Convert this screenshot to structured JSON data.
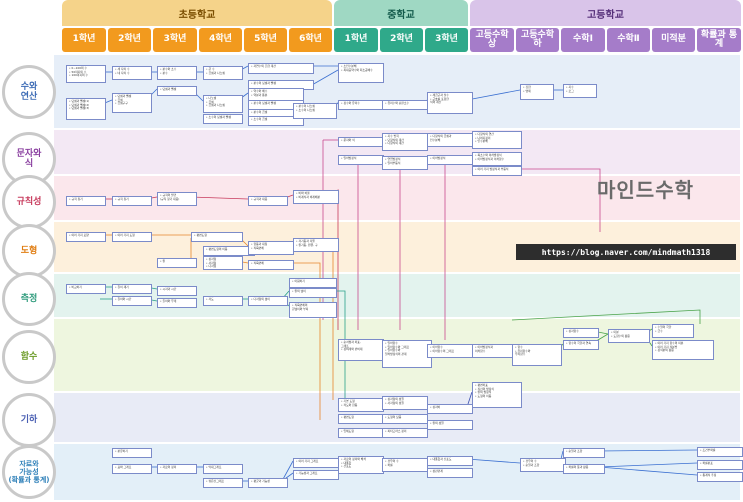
{
  "stages": [
    {
      "label": "초등학교",
      "bg": "#f5d38a",
      "color": "#7a4d00"
    },
    {
      "label": "중학교",
      "bg": "#9fd8c3",
      "color": "#12594a"
    },
    {
      "label": "고등학교",
      "bg": "#d9c4e9",
      "color": "#56307a"
    }
  ],
  "grades": [
    {
      "label": "1학년"
    },
    {
      "label": "2학년"
    },
    {
      "label": "3학년"
    },
    {
      "label": "4학년"
    },
    {
      "label": "5학년"
    },
    {
      "label": "6학년"
    },
    {
      "label": "1학년"
    },
    {
      "label": "2학년"
    },
    {
      "label": "3학년"
    },
    {
      "label": "고등수학\n상"
    },
    {
      "label": "고등수학\n하"
    },
    {
      "label": "수학Ⅰ"
    },
    {
      "label": "수학Ⅱ"
    },
    {
      "label": "미적분"
    },
    {
      "label": "확률과 통계"
    }
  ],
  "grade_colors": {
    "elem": "#f29a1e",
    "mid": "#2fa98a",
    "high": "#a57cc9"
  },
  "domains": [
    {
      "label": "수와\n연산",
      "color": "#3c6bb5",
      "bg": "#e6eef8"
    },
    {
      "label": "문자와\n식",
      "color": "#8a3fa0",
      "bg": "#f3e8f4"
    },
    {
      "label": "규칙성",
      "color": "#c73a5c",
      "bg": "#fbe7ec"
    },
    {
      "label": "도형",
      "color": "#e07d12",
      "bg": "#fdf0dc"
    },
    {
      "label": "측정",
      "color": "#2f9b7c",
      "bg": "#e3f3ee"
    },
    {
      "label": "함수",
      "color": "#6a9a24",
      "bg": "#eef6df"
    },
    {
      "label": "기하",
      "color": "#4a5fb3",
      "bg": "#e8ebf6"
    },
    {
      "label": "자료와\n가능성\n(확률과 통계)",
      "color": "#2d7fb8",
      "bg": "#e3eff8"
    }
  ],
  "boxes": [
    {
      "text": "• 0∼100의 수\n• 50까지의 수\n• 100까지의 수"
    },
    {
      "text": "• 세 자리 수\n• 네 자리 수"
    },
    {
      "text": "• 분수와 소수\n• 분수"
    },
    {
      "text": "• 큰 수\n• 곱셈과 나눗셈"
    },
    {
      "text": "• 자연수의 혼합 계산"
    },
    {
      "text": "• 덧셈과 뺄셈\n• 곱셈\n• 곱셈구구"
    },
    {
      "text": "• 덧셈과 뺄셈(1)\n• 덧셈과 뺄셈(2)\n• 덧셈과 뺄셈(3)"
    },
    {
      "text": "• 덧셈과 뺄셈"
    },
    {
      "text": "• 나눗셈\n• 곱셈\n• 곱셈과 나눗셈"
    },
    {
      "text": "• 분수의 덧셈과 뺄셈"
    },
    {
      "text": "• 약수와 배수\n• 약분과 통분"
    },
    {
      "text": "• 분수의 덧셈과 뺄셈"
    },
    {
      "text": "• 분수의 곱셈"
    },
    {
      "text": "• 소수의 덧셈과 뺄셈"
    },
    {
      "text": "• 소수의 곱셈"
    },
    {
      "text": "• 분수의 나눗셈\n• 소수의 나눗셈"
    },
    {
      "text": "• 소인수분해\n• 최대공약수와 최소공배수"
    },
    {
      "text": "• 정수와 유리수"
    },
    {
      "text": "• 유리수와 순환소수"
    },
    {
      "text": "• 제곱근과 실수\n• 근호를 포함한\n  식의 계산"
    },
    {
      "text": "• 집합\n• 명제"
    },
    {
      "text": "• 지수\n• 로그"
    },
    {
      "text": "• 문자와 식"
    },
    {
      "text": "• 지수 법칙\n• 단항식의 계산\n• 다항식의 계산"
    },
    {
      "text": "• 다항식의 곱셈과\n  인수분해"
    },
    {
      "text": "• 다항식의 연산\n• 나머지정리\n• 인수분해"
    },
    {
      "text": "• 일차방정식"
    },
    {
      "text": "• 연립방정식\n• 일차부등식"
    },
    {
      "text": "• 이차방정식"
    },
    {
      "text": "• 복소수와 이차방정식\n• 이차방정식과 이차함수"
    },
    {
      "text": "• 여러 가지 방정식과 부등식"
    },
    {
      "text": "• 규칙 찾기"
    },
    {
      "text": "• 규칙 찾기"
    },
    {
      "text": "• 규칙의 발견\n  (규칙 찾기 대응)"
    },
    {
      "text": "• 규칙과 대응"
    },
    {
      "text": "• 비와 비율\n• 비례식과 비례배분"
    },
    {
      "text": "• 여러 가지 모양"
    },
    {
      "text": "• 여러 가지 도형"
    },
    {
      "text": "• 평면도형"
    },
    {
      "text": "• 평면도형의 이동"
    },
    {
      "text": "• 원"
    },
    {
      "text": "• 삼각형\n• 사각형\n• 다각형"
    },
    {
      "text": "• 합동과 대칭\n• 직육면체"
    },
    {
      "text": "• 각기둥과 각뿔\n• 원기둥, 원뿔, 구"
    },
    {
      "text": "• 직육면체"
    },
    {
      "text": "• 비교하기"
    },
    {
      "text": "• 길이 재기"
    },
    {
      "text": "• 시각과 시간"
    },
    {
      "text": "• 길이와 시간"
    },
    {
      "text": "• 들이와 무게"
    },
    {
      "text": "• 각도"
    },
    {
      "text": "• 다각형의 넓이"
    },
    {
      "text": "• 원의 넓이"
    },
    {
      "text": "• 직육면체의\n  겉넓이와 부피"
    },
    {
      "text": "• 어림하기"
    },
    {
      "text": "• 순서쌍과 좌표,\n  그래프\n• 정비례와 반비례"
    },
    {
      "text": "• 일차함수\n• 일차함수와 그래프\n• 일차함수와\n  일차방정식의 관계"
    },
    {
      "text": "• 이차함수\n• 이차함수의 그래프"
    },
    {
      "text": "• 이차방정식과\n  이차함수"
    },
    {
      "text": "• 함수\n• 유리함수와\n  무리함수"
    },
    {
      "text": "• 삼각함수"
    },
    {
      "text": "• 함수의 극한과 연속"
    },
    {
      "text": "• 미분\n• 도함수의 활용"
    },
    {
      "text": "• 수열의 극한\n• 급수"
    },
    {
      "text": "• 여러 가지 함수의 미분\n• 여러 가지 적분법\n• 정적분의 활용"
    },
    {
      "text": "• 기본 도형\n• 작도와 합동"
    },
    {
      "text": "• 평면도형"
    },
    {
      "text": "• 입체도형"
    },
    {
      "text": "• 삼각형의 성질\n• 사각형의 성질"
    },
    {
      "text": "• 도형의 닮음"
    },
    {
      "text": "• 피타고라스 정리"
    },
    {
      "text": "• 삼각비"
    },
    {
      "text": "• 원의 성질"
    },
    {
      "text": "• 평면좌표\n• 직선의 방정식\n• 원의 방정식\n• 도형의 이동"
    },
    {
      "text": "• 분류하기"
    },
    {
      "text": "• 표와 그래프"
    },
    {
      "text": "• 자료의 정리"
    },
    {
      "text": "• 막대그래프"
    },
    {
      "text": "• 꺾은선그래프"
    },
    {
      "text": "• 평균과 가능성"
    },
    {
      "text": "• 여러 가지 그래프"
    },
    {
      "text": "• 가능성과 그래프"
    },
    {
      "text": "• 자료의 정리와 해석\n• 대푯값\n• 산포도"
    },
    {
      "text": "• 경우의 수\n• 확률"
    },
    {
      "text": "• 대푯값과 산포도"
    },
    {
      "text": "• 상관관계"
    },
    {
      "text": "• 경우의 수\n• 순열과 조합"
    },
    {
      "text": "• 순열과 조합"
    },
    {
      "text": "• 확률의 뜻과 활용"
    },
    {
      "text": "• 조건부확률"
    },
    {
      "text": "• 확률분포"
    },
    {
      "text": "• 통계적 추정"
    }
  ],
  "logo": {
    "text": "마인드수학"
  },
  "blog_url": "https://blog.naver.com/mindmath1318"
}
